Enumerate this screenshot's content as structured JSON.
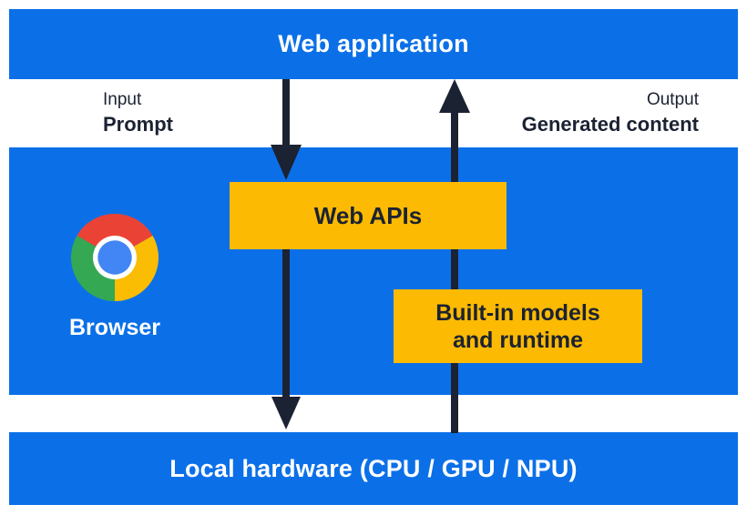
{
  "colors": {
    "blue": "#0B70E8",
    "yellow": "#FCBA03",
    "navy": "#1B2232",
    "white": "#FFFFFF",
    "chrome_red": "#EA4335",
    "chrome_green": "#34A853",
    "chrome_yellow": "#FBBC04",
    "chrome_blue": "#4285F4"
  },
  "layers": {
    "top_bar": {
      "label": "Web application"
    },
    "bottom_bar": {
      "label": "Local hardware (CPU / GPU / NPU)"
    }
  },
  "flow_labels": {
    "input": {
      "title": "Input",
      "subtitle": "Prompt"
    },
    "output": {
      "title": "Output",
      "subtitle": "Generated content"
    }
  },
  "browser": {
    "label": "Browser",
    "icon": "chrome-logo"
  },
  "boxes": {
    "web_apis": {
      "label": "Web APIs"
    },
    "builtin": {
      "line1": "Built-in models",
      "line2": "and runtime"
    }
  }
}
